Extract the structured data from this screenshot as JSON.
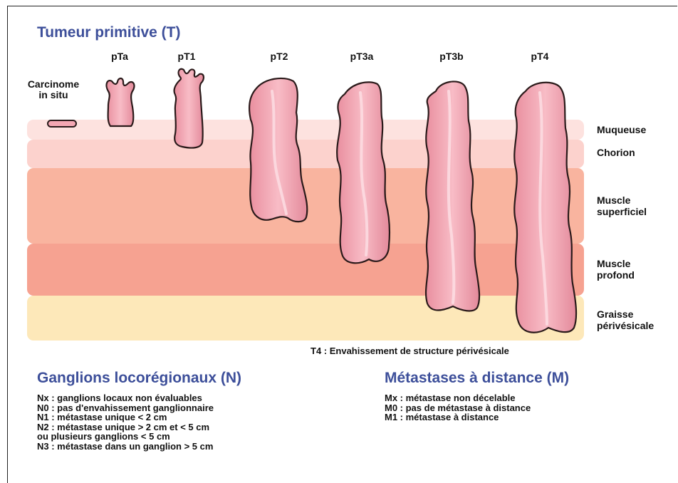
{
  "title_t": "Tumeur primitive (T)",
  "stages": [
    "pTa",
    "pT1",
    "pT2",
    "pT3a",
    "pT3b",
    "pT4"
  ],
  "cis_label": [
    "Carcinome",
    "in situ"
  ],
  "layers": [
    {
      "label": [
        "Muqueuse"
      ],
      "color": "#fde2df"
    },
    {
      "label": [
        "Chorion"
      ],
      "color": "#fcd2cd"
    },
    {
      "label": [
        "Muscle",
        "superficiel"
      ],
      "color": "#f9b49f"
    },
    {
      "label": [
        "Muscle",
        "profond"
      ],
      "color": "#f6a291"
    },
    {
      "label": [
        "Graisse",
        "périvésicale"
      ],
      "color": "#fde8b9"
    }
  ],
  "t4_note": "T4 : Envahissement de structure périvésicale",
  "n_section": {
    "title": "Ganglions locorégionaux (N)",
    "items": [
      "Nx : ganglions locaux non évaluables",
      "N0 : pas d'envahissement ganglionnaire",
      "N1 : métastase unique < 2 cm",
      "N2 : métastase unique > 2 cm et < 5 cm",
      "ou plusieurs ganglions < 5 cm",
      "N3 : métastase dans un ganglion > 5 cm"
    ]
  },
  "m_section": {
    "title": "Métastases à distance (M)",
    "items": [
      "Mx : métastase non décelable",
      "M0 : pas de métastase à distance",
      "M1 : métastase à distance"
    ]
  },
  "colors": {
    "title": "#3d4f9a",
    "tumor_fill": "#f4a7b3",
    "tumor_highlight": "#fbd3da",
    "tumor_outline": "#2a1a1a"
  }
}
